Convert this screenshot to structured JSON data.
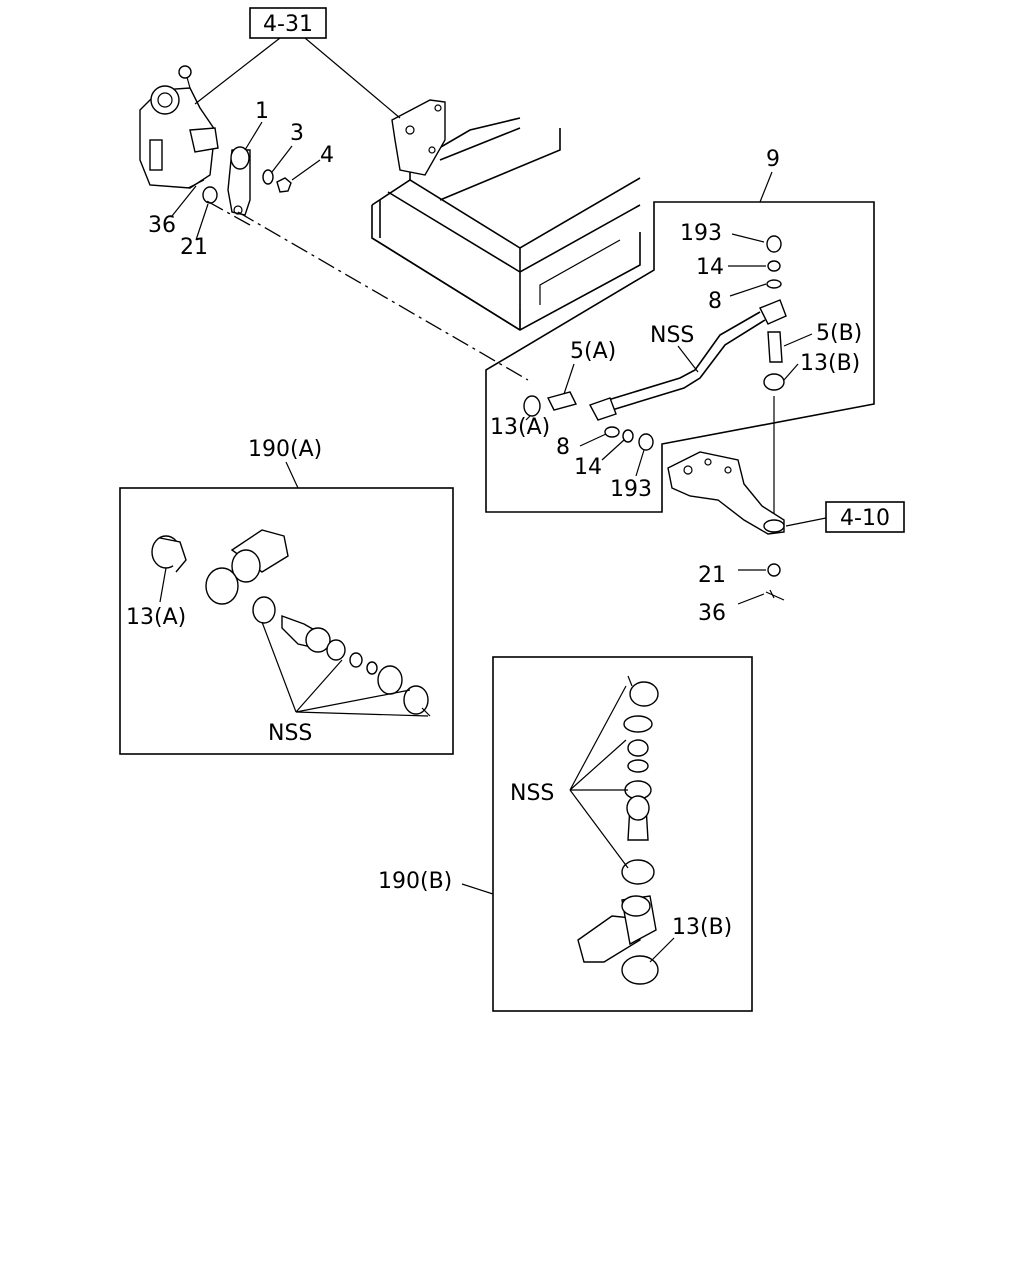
{
  "refs": {
    "ref_4_31": "4-31",
    "ref_4_10": "4-10"
  },
  "callouts": {
    "c1": "1",
    "c3": "3",
    "c4": "4",
    "c36a": "36",
    "c21a": "21",
    "c9": "9",
    "c193a": "193",
    "c14a": "14",
    "c8a": "8",
    "nss_tube": "NSS",
    "c5a": "5(A)",
    "c5b": "5(B)",
    "c13b": "13(B)",
    "c13a": "13(A)",
    "c8b": "8",
    "c14b": "14",
    "c193b": "193",
    "c21b": "21",
    "c36b": "36"
  },
  "detail_a": {
    "title": "190(A)",
    "part_13a": "13(A)",
    "nss": "NSS"
  },
  "detail_b": {
    "title": "190(B)",
    "nss": "NSS",
    "part_13b": "13(B)"
  }
}
